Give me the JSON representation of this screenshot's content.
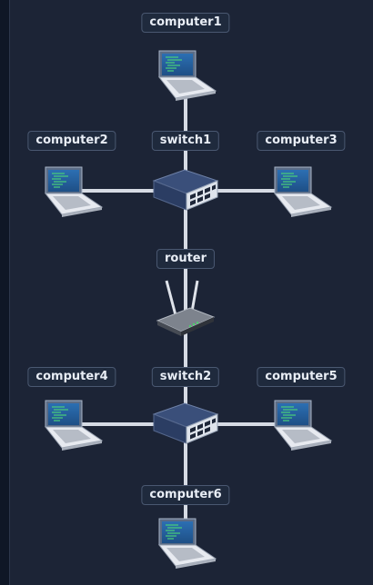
{
  "topology": {
    "nodes": [
      {
        "id": "computer1",
        "label": "computer1",
        "type": "laptop"
      },
      {
        "id": "switch1",
        "label": "switch1",
        "type": "switch"
      },
      {
        "id": "computer2",
        "label": "computer2",
        "type": "laptop"
      },
      {
        "id": "computer3",
        "label": "computer3",
        "type": "laptop"
      },
      {
        "id": "router",
        "label": "router",
        "type": "router"
      },
      {
        "id": "switch2",
        "label": "switch2",
        "type": "switch"
      },
      {
        "id": "computer4",
        "label": "computer4",
        "type": "laptop"
      },
      {
        "id": "computer5",
        "label": "computer5",
        "type": "laptop"
      },
      {
        "id": "computer6",
        "label": "computer6",
        "type": "laptop"
      }
    ],
    "links": [
      [
        "computer1",
        "switch1"
      ],
      [
        "computer2",
        "switch1"
      ],
      [
        "computer3",
        "switch1"
      ],
      [
        "switch1",
        "router"
      ],
      [
        "router",
        "switch2"
      ],
      [
        "computer4",
        "switch2"
      ],
      [
        "computer5",
        "switch2"
      ],
      [
        "switch2",
        "computer6"
      ]
    ]
  },
  "colors": {
    "background": "#1c2436",
    "link": "#d6dbe4",
    "label_bg": "#1f2a3d",
    "label_border": "#4a5871",
    "switch_body": "#2b3d63",
    "router_body": "#5a5f68",
    "laptop_screen": "#1e4f86"
  },
  "icons": {
    "laptop": "laptop-icon",
    "switch": "network-switch-icon",
    "router": "wireless-router-icon"
  }
}
